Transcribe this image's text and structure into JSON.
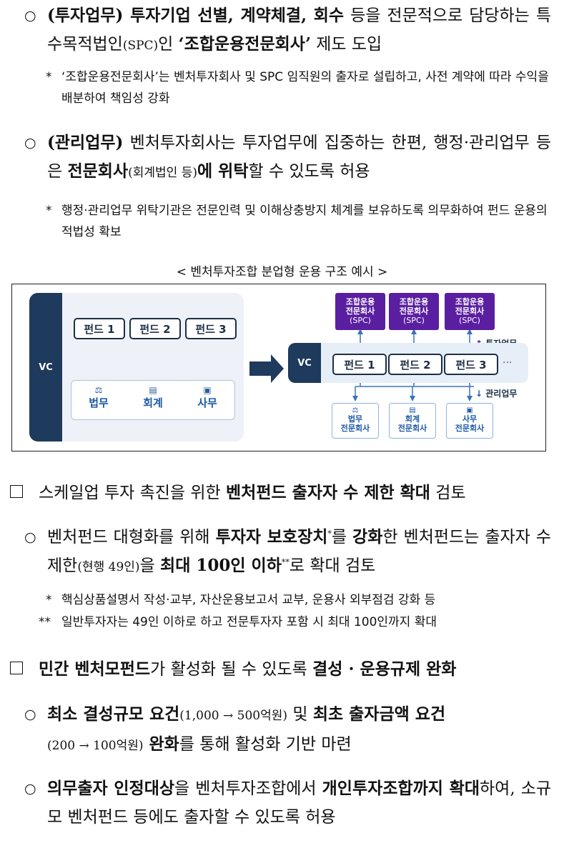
{
  "sec1": {
    "p1": {
      "b1": "(투자업무) 투자기업 선별, 계약체결, 회수",
      "t1": " 등을 전문적으로 담당하는 특수목적법인",
      "t2": "(SPC)",
      "t3": "인 ",
      "b2": "‘조합운용전문회사’",
      "t4": " 제도 도입"
    },
    "n1": {
      "mark": "*",
      "text": "‘조합운용전문회사’는 벤처투자회사 및 SPC 임직원의 출자로 설립하고, 사전 계약에 따라 수익을 배분하여 책임성 강화"
    },
    "p2": {
      "b1": "(관리업무)",
      "t1": " 벤처투자회사는 투자업무에 집중하는 한편, 행정·관리업무 등은 ",
      "b2": "전문회사",
      "t2": "(회계법인 등)",
      "b3": "에 위탁",
      "t3": "할 수 있도록 허용"
    },
    "n2": {
      "mark": "*",
      "text": "행정·관리업무 위탁기관은 전문인력 및 이해상충방지 체계를 보유하도록 의무화하여 펀드 운용의 적법성 확보"
    }
  },
  "caption": "< 벤처투자조합 분업형 운용 구조 예시 >",
  "diagram": {
    "vc": "VC",
    "funds": [
      "펀드 1",
      "펀드 2",
      "펀드 3"
    ],
    "services": [
      {
        "icon": "scale-icon",
        "label": "법무"
      },
      {
        "icon": "ledger-icon",
        "label": "회계"
      },
      {
        "icon": "briefcase-icon",
        "label": "사무"
      }
    ],
    "spc": [
      {
        "l1": "조합운용",
        "l2": "전문회사",
        "l3": "(SPC)"
      },
      {
        "l1": "조합운용",
        "l2": "전문회사",
        "l3": "(SPC)"
      },
      {
        "l1": "조합운용",
        "l2": "전문회사",
        "l3": "(SPC)"
      }
    ],
    "ellipsis": "···",
    "invest_label": "투자업무",
    "mgmt_label": "관리업무",
    "mgmt": [
      {
        "l1": "법무",
        "l2": "전문회사"
      },
      {
        "l1": "회계",
        "l2": "전문회사"
      },
      {
        "l1": "사무",
        "l2": "전문회사"
      }
    ],
    "colors": {
      "navy": "#1e3a5c",
      "purple": "#5a1fa0",
      "blue": "#1e5aa8"
    }
  },
  "sec2": {
    "head": {
      "t1": "스케일업 투자 촉진을 위한 ",
      "b1": "벤처펀드 출자자 수 제한 확대",
      "t2": " 검토"
    },
    "p1": {
      "t1": "벤처펀드 대형화를 위해 ",
      "b1": "투자자 보호장치",
      "s1": "*",
      "t2": "를 ",
      "b2": "강화",
      "t3": "한 벤처펀드는 출자자 수 제한",
      "t4": "(현행 49인)",
      "t5": "을 ",
      "b3": "최대 100인 이하",
      "s2": "**",
      "t6": "로 확대 검토"
    },
    "n1": {
      "mark": "*",
      "text": "핵심상품설명서 작성·교부, 자산운용보고서 교부, 운용사 외부점검 강화 등"
    },
    "n2": {
      "mark": "**",
      "text": "일반투자자는 49인 이하로 하고 전문투자자 포함 시 최대 100인까지 확대"
    }
  },
  "sec3": {
    "head": {
      "b1": "민간 벤처모펀드",
      "t1": "가 활성화 될 수 있도록 ",
      "b2": "결성 · 운용규제 완화"
    },
    "p1": {
      "b1": "최소 결성규모 요건",
      "t1": "(1,000 → 500억원)",
      "t2": " 및 ",
      "b2": "최초 출자금액 요건",
      "t3": "(200 → 100억원)",
      "b3": " 완화",
      "t4": "를 통해 활성화 기반 마련"
    },
    "p2": {
      "b1": "의무출자 인정대상",
      "t1": "을 벤처투자조합에서 ",
      "b2": "개인투자조합까지 확대",
      "t2": "하여, 소규모 벤처펀드 등에도 출자할 수 있도록 허용"
    }
  }
}
